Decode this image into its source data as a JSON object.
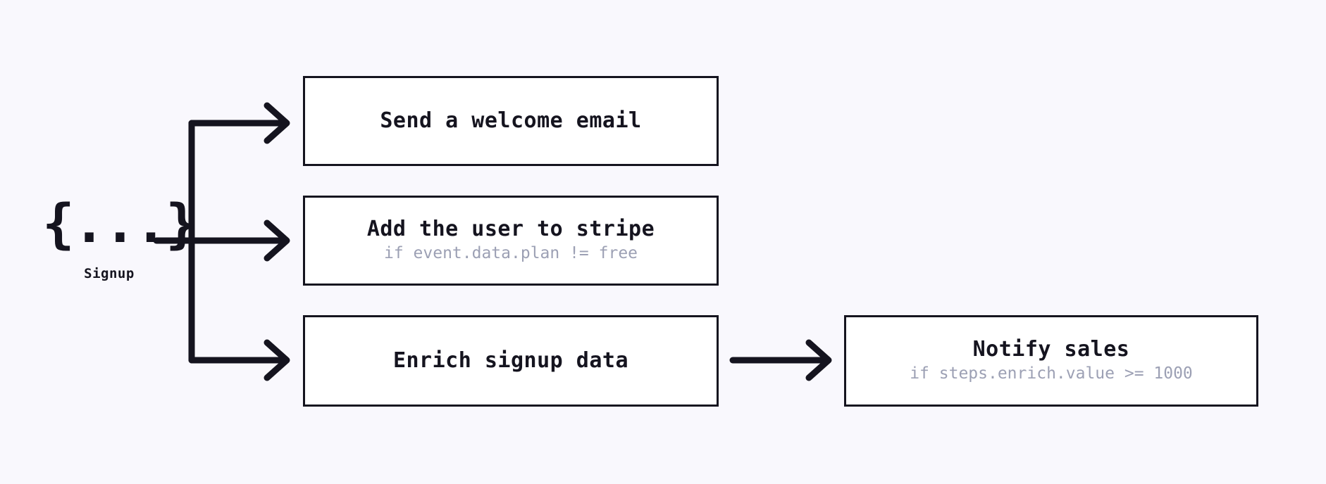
{
  "canvas": {
    "background": "#f9f8fd",
    "line_color": "#15141f",
    "box_fill": "#ffffff",
    "title_color": "#15141f",
    "condition_color": "#9ca0b4"
  },
  "trigger": {
    "glyph": "{...}",
    "glyph_icon_name": "json-braces-icon",
    "label": "Signup"
  },
  "steps": [
    {
      "id": "welcome",
      "title": "Send a welcome email",
      "condition": ""
    },
    {
      "id": "stripe",
      "title": "Add the user to stripe",
      "condition": "if event.data.plan != free"
    },
    {
      "id": "enrich",
      "title": "Enrich signup data",
      "condition": ""
    },
    {
      "id": "notify",
      "title": "Notify sales",
      "condition": "if steps.enrich.value >= 1000"
    }
  ],
  "connectors": [
    {
      "name": "trigger-to-fanout",
      "from": "trigger",
      "to": "fanout-trunk"
    },
    {
      "name": "fanout-to-welcome",
      "from": "fanout-trunk",
      "to": "welcome"
    },
    {
      "name": "fanout-to-stripe",
      "from": "fanout-trunk",
      "to": "stripe"
    },
    {
      "name": "fanout-to-enrich",
      "from": "fanout-trunk",
      "to": "enrich"
    },
    {
      "name": "enrich-to-notify",
      "from": "enrich",
      "to": "notify"
    }
  ]
}
